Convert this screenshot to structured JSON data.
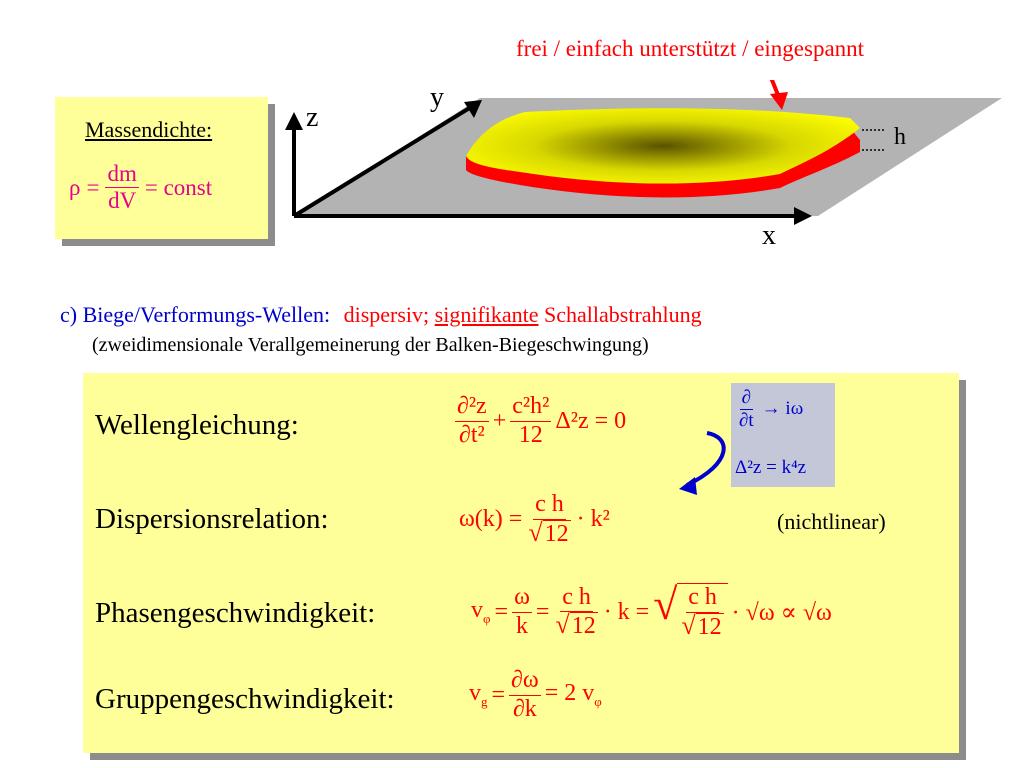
{
  "colors": {
    "box_fill": "#ffff99",
    "red": "#ff0000",
    "magenta": "#e8008a",
    "blue": "#0000cc",
    "plate_yellow": "#ffff00",
    "plate_edge": "#ff0000",
    "plane_gray": "#b3b3b3"
  },
  "diagram": {
    "boundary_label": "frei / einfach unterstützt / eingespannt",
    "axis_x": "x",
    "axis_y": "y",
    "axis_z": "z",
    "thickness_label": "h"
  },
  "mass_box": {
    "title": "Massendichte:",
    "rho": "ρ",
    "eq": "=",
    "num": "dm",
    "den": "dV",
    "rhs": "= const"
  },
  "section": {
    "heading_prefix": "c) Biege/Verformungs-Wellen:",
    "heading_dispersive": "dispersiv;",
    "heading_significant": "signifikante",
    "heading_radiation": "Schallabstrahlung",
    "subtitle": "(zweidimensionale Verallgemeinerung der Balken-Biegeschwingung)"
  },
  "equations": {
    "wave_label": "Wellengleichung:",
    "dispersion_label": "Dispersionsrelation:",
    "phase_label": "Phasengeschwindigkeit:",
    "group_label": "Gruppengeschwindigkeit:",
    "nonlinear_note": "(nichtlinear)",
    "wave_eq": {
      "d2z": "∂²z",
      "dt2": "∂t²",
      "plus": "+",
      "cl2h2": "c²h²",
      "twelve": "12",
      "laplace": "Δ²z = 0"
    },
    "hint": {
      "partial": "∂",
      "dt": "∂t",
      "arrow": "→ iω",
      "laplace": "Δ²z = k⁴z"
    },
    "dispersion_eq": {
      "lhs": "ω(k) =",
      "num": "c h",
      "den": "12",
      "rhs": "· k²"
    },
    "phase_eq": {
      "v": "v",
      "sub": "φ",
      "eq1": "=",
      "omega": "ω",
      "k": "k",
      "eq2": "=",
      "num": "c h",
      "den": "12",
      "dotk": "· k =",
      "rhs": "· √ω ∝ √ω"
    },
    "group_eq": {
      "v": "v",
      "sub": "g",
      "eq1": "=",
      "num": "∂ω",
      "den": "∂k",
      "rhs": "= 2 v",
      "rhs_sub": "φ"
    }
  }
}
